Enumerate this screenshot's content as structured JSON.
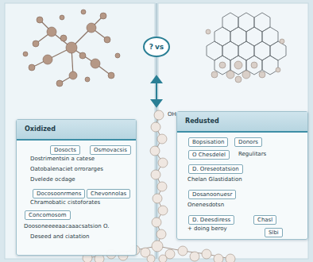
{
  "diagram": {
    "nodes": [
      {
        "text": [
          "Oxidized"
        ]
      },
      {
        "text": [
          "Dosocts"
        ],
        "in": 0
      },
      {
        "text": [
          "Osmovacsis"
        ],
        "in": 0
      },
      {
        "text": [
          "Docosoonrmens"
        ],
        "in": 0
      },
      {
        "text": [
          "Chevonnolas"
        ],
        "in": 0
      },
      {
        "text": [
          "Concomosom"
        ],
        "in": 0
      },
      {
        "text": [
          "Redusted"
        ]
      },
      {
        "text": [
          "Bopsisation"
        ],
        "in": 6
      },
      {
        "text": [
          "Donors"
        ],
        "in": 6
      },
      {
        "text": [
          "D. Oreseotatsion"
        ],
        "in": 6
      },
      {
        "text": [
          "O Chesdelel"
        ],
        "in": 6
      },
      {
        "text": [
          "Dosanoonuesr"
        ],
        "in": 6
      },
      {
        "text": [
          "D. Deesdiress"
        ],
        "in": 6
      },
      {
        "text": [
          "Chasl"
        ],
        "in": 6
      },
      {
        "text": [
          "Slbi"
        ],
        "in": 6
      },
      {
        "text": [
          "?",
          "vs"
        ]
      }
    ],
    "labels": [
      "Dostrimentsin a catese",
      "Oatobalenaciet orrorarges",
      "Dvelede ocdage",
      "Chramobatic cistoforates",
      "Doosoneeeeaacaaacsatsion O.",
      "Deseed and ciatation",
      "Regulitars",
      "Chelan Glastidation",
      "Onenesdotsn",
      "+ doing beroy",
      "OH"
    ]
  }
}
